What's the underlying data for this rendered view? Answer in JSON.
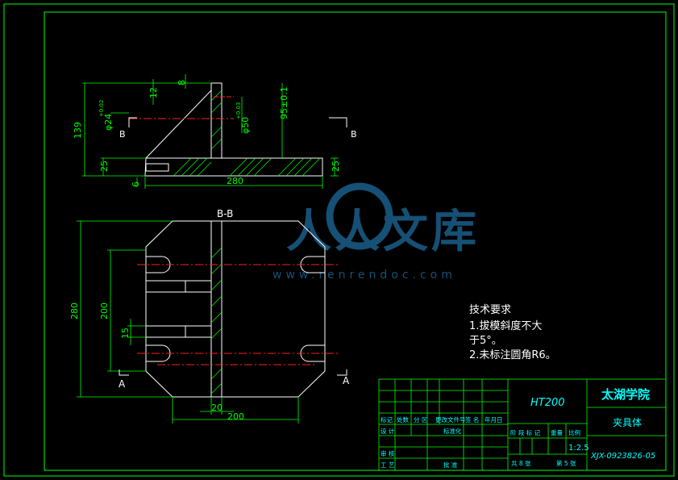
{
  "colors": {
    "background": "#000000",
    "frame": "#00ff00",
    "part_outline": "#ffffff",
    "dimension": "#00ff00",
    "center_line": "#ff2020",
    "title_text": "#00ffff",
    "tech_text": "#ffffff",
    "watermark": "#1a5f8a"
  },
  "front_view": {
    "dims": {
      "height_139": "139",
      "d12": "12",
      "d8": "8",
      "d25_left": "25",
      "d6": "6",
      "d280": "280",
      "d25_right": "25",
      "phi_hole": "φ24",
      "phi_hole_tol": "+0.02",
      "phi_dia": "φ50",
      "phi_dia_tol": "+0.03",
      "dim_95": "95±0.1"
    },
    "section_marks": [
      "B",
      "B"
    ]
  },
  "plan_view": {
    "label": "B-B",
    "dims": {
      "d280": "280",
      "d200_v": "200",
      "d15": "15",
      "d20": "20",
      "d200_h": "200"
    },
    "section_marks": [
      "A",
      "A"
    ]
  },
  "tech_notes": {
    "heading": "技术要求",
    "line1": "1.拔模斜度不大",
    "line2": "于5°。",
    "line3": "2.未标注圆角R6。"
  },
  "watermark": {
    "text": "人人文库",
    "url": "www.renrendoc.com"
  },
  "title_block": {
    "material": "HT200",
    "school": "太湖学院",
    "part_name": "夹具体",
    "drawing_no": "XJX-0923826-05",
    "scale": "1:2.5",
    "row_headers": [
      "标记",
      "处数",
      "分 区",
      "更改文件号",
      "签 名",
      "年月日"
    ],
    "design": "设 计",
    "standardize": "标准化",
    "review": "审 核",
    "process": "工 艺",
    "approve": "批 准",
    "stage": "阶 段 标 记",
    "weight": "重量",
    "ratio": "比例",
    "total": "共 8 张",
    "sheet": "第 5 张"
  }
}
